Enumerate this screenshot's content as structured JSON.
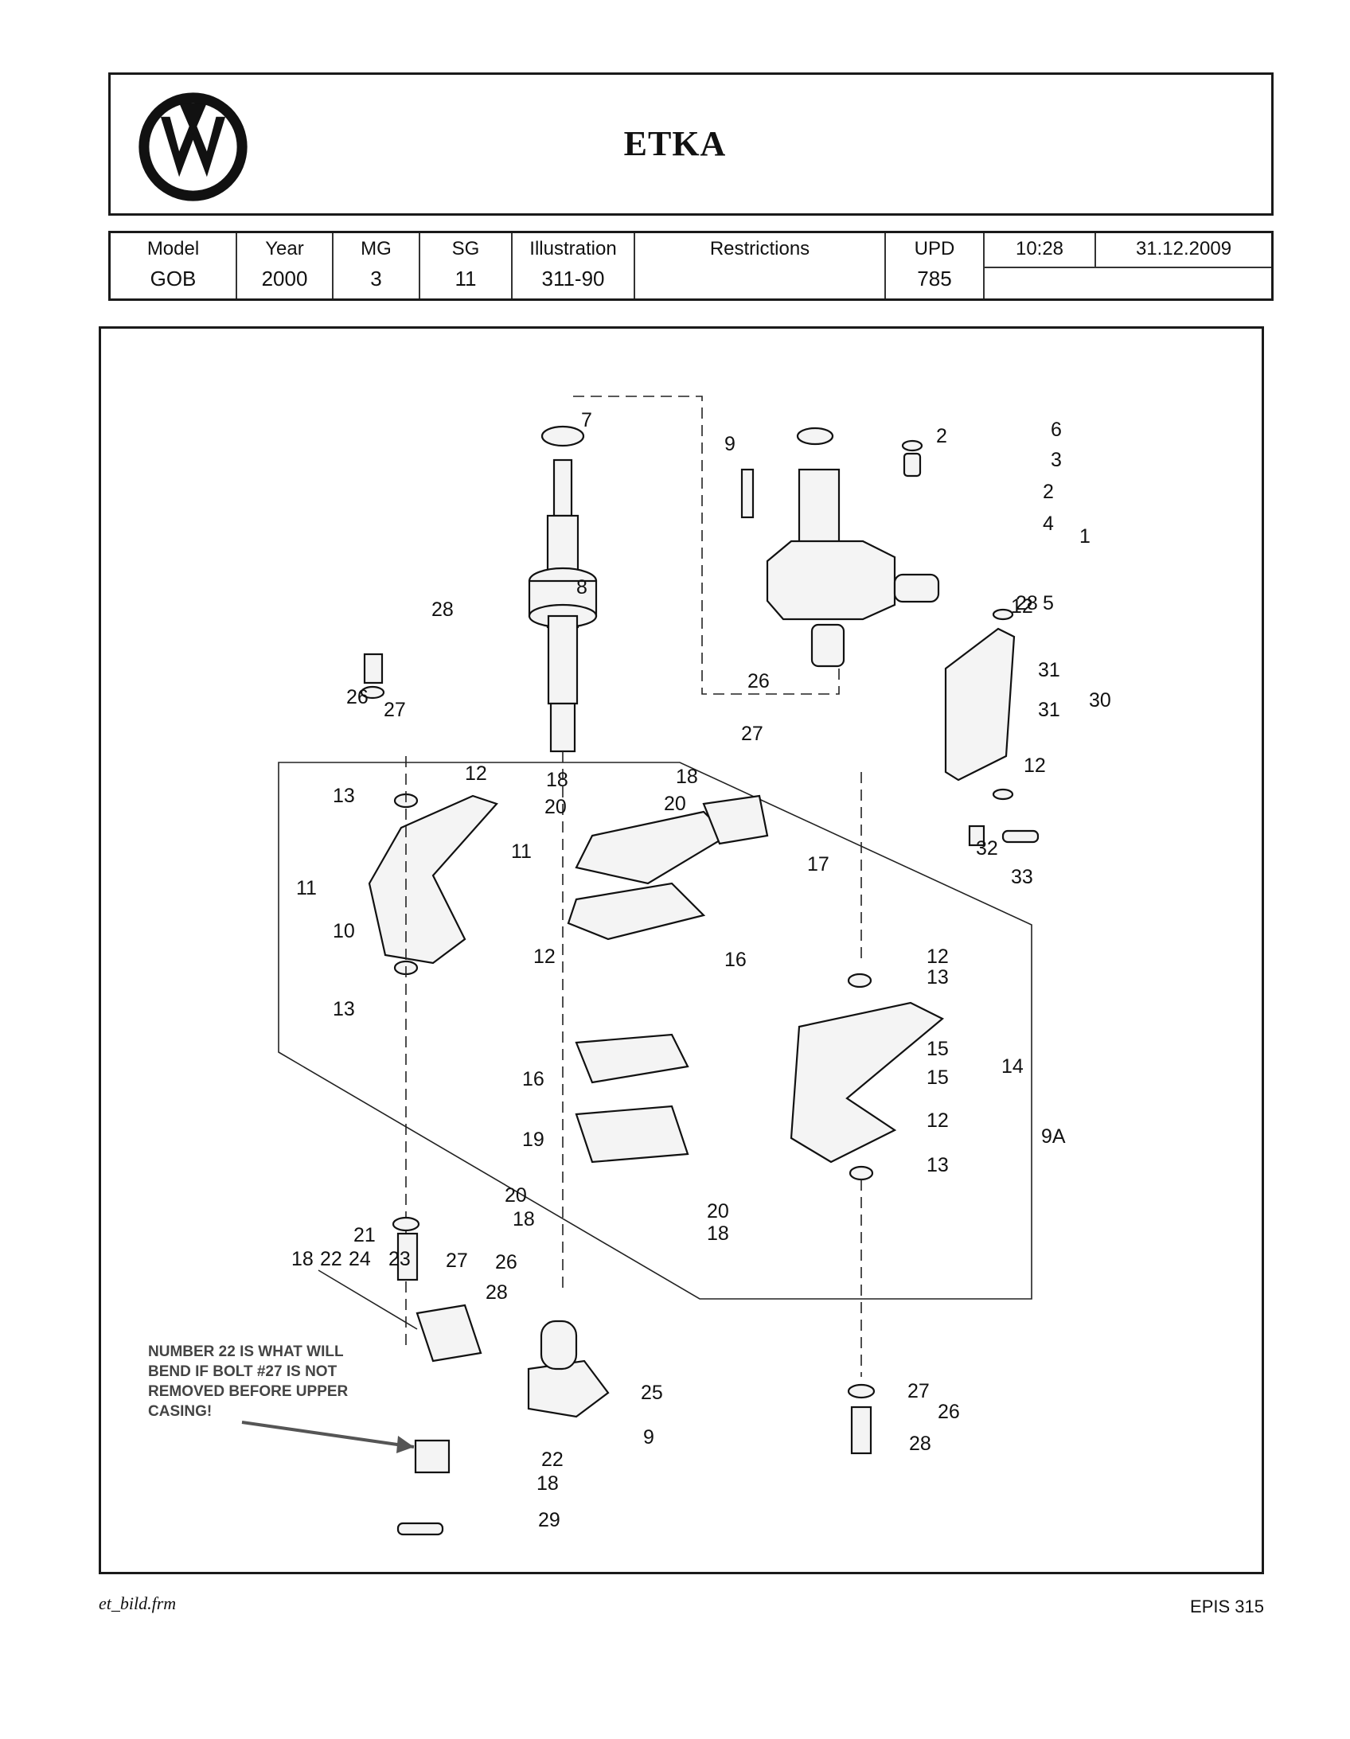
{
  "header": {
    "title": "ETKA",
    "logo_icon": "volkswagen-logo-icon"
  },
  "info": {
    "model_label": "Model",
    "model_value": "GOB",
    "year_label": "Year",
    "year_value": "2000",
    "mg_label": "MG",
    "mg_value": "3",
    "sg_label": "SG",
    "sg_value": "11",
    "illustration_label": "Illustration",
    "illustration_value": "311-90",
    "restrictions_label": "Restrictions",
    "restrictions_value": "",
    "upd_label": "UPD",
    "upd_value": "785",
    "time": "10:28",
    "date": "31.12.2009"
  },
  "diagram": {
    "callouts": [
      "7",
      "9",
      "2",
      "6",
      "3",
      "2",
      "1",
      "4",
      "5",
      "8",
      "28",
      "26",
      "27",
      "28",
      "26",
      "27",
      "12",
      "30",
      "31",
      "31",
      "12",
      "13",
      "12",
      "11",
      "11",
      "10",
      "12",
      "13",
      "18",
      "20",
      "18",
      "20",
      "17",
      "16",
      "32",
      "33",
      "12",
      "13",
      "15",
      "15",
      "14",
      "12",
      "13",
      "9A",
      "16",
      "19",
      "20",
      "18",
      "20",
      "18",
      "21",
      "18",
      "22",
      "24",
      "23",
      "27",
      "26",
      "28",
      "27",
      "26",
      "25",
      "9",
      "22",
      "18",
      "29",
      "28"
    ],
    "note": [
      "NUMBER 22 IS WHAT WILL",
      "BEND IF BOLT #27 IS NOT",
      "REMOVED BEFORE UPPER",
      "CASING!"
    ]
  },
  "footer": {
    "left": "et_bild.frm",
    "right": "EPIS 315"
  }
}
